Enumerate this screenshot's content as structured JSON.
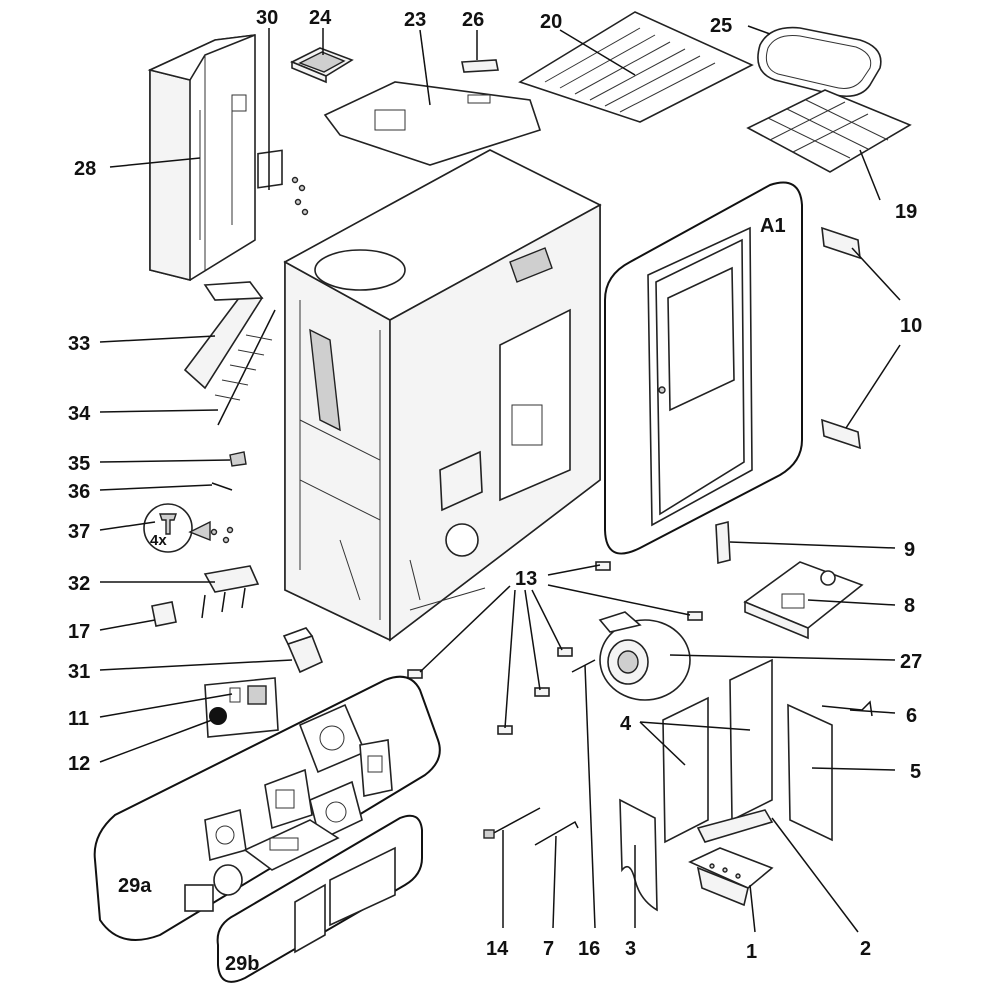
{
  "diagram": {
    "labels": [
      {
        "id": "30",
        "text": "30"
      },
      {
        "id": "24",
        "text": "24"
      },
      {
        "id": "23",
        "text": "23"
      },
      {
        "id": "26",
        "text": "26"
      },
      {
        "id": "20",
        "text": "20"
      },
      {
        "id": "25",
        "text": "25"
      },
      {
        "id": "28",
        "text": "28"
      },
      {
        "id": "19",
        "text": "19"
      },
      {
        "id": "A1",
        "text": "A1"
      },
      {
        "id": "10",
        "text": "10"
      },
      {
        "id": "33",
        "text": "33"
      },
      {
        "id": "34",
        "text": "34"
      },
      {
        "id": "35",
        "text": "35"
      },
      {
        "id": "36",
        "text": "36"
      },
      {
        "id": "37",
        "text": "37"
      },
      {
        "id": "32",
        "text": "32"
      },
      {
        "id": "17",
        "text": "17"
      },
      {
        "id": "31",
        "text": "31"
      },
      {
        "id": "11",
        "text": "11"
      },
      {
        "id": "12",
        "text": "12"
      },
      {
        "id": "9",
        "text": "9"
      },
      {
        "id": "13",
        "text": "13"
      },
      {
        "id": "8",
        "text": "8"
      },
      {
        "id": "27",
        "text": "27"
      },
      {
        "id": "6",
        "text": "6"
      },
      {
        "id": "4",
        "text": "4"
      },
      {
        "id": "5",
        "text": "5"
      },
      {
        "id": "29a",
        "text": "29a"
      },
      {
        "id": "29b",
        "text": "29b"
      },
      {
        "id": "14",
        "text": "14"
      },
      {
        "id": "7",
        "text": "7"
      },
      {
        "id": "16",
        "text": "16"
      },
      {
        "id": "3",
        "text": "3"
      },
      {
        "id": "1",
        "text": "1"
      },
      {
        "id": "2",
        "text": "2"
      }
    ],
    "callout_qty": "4x"
  }
}
